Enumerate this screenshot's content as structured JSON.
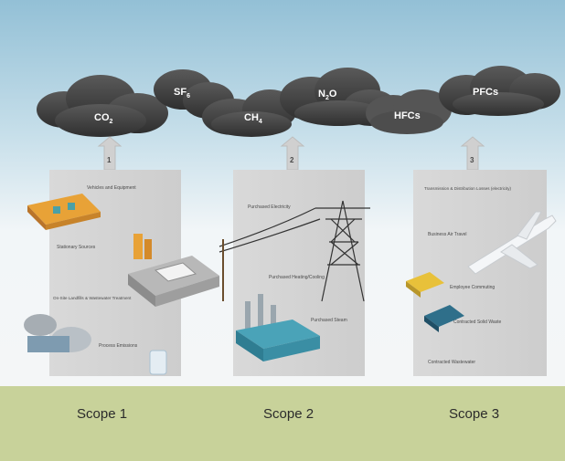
{
  "gases": [
    {
      "label": "CO",
      "sub": "2"
    },
    {
      "label": "SF",
      "sub": "6"
    },
    {
      "label": "CH",
      "sub": "4"
    },
    {
      "label": "N",
      "sub": "2",
      "suffix": "O"
    },
    {
      "label": "HFCs",
      "sub": ""
    },
    {
      "label": "PFCs",
      "sub": ""
    }
  ],
  "panels": [
    {
      "number": "1",
      "items": [
        "Vehicles and Equipment",
        "Stationary Sources",
        "On-Site Landfills & Wastewater Treatment",
        "Process Emissions"
      ]
    },
    {
      "number": "2",
      "items": [
        "Purchased Electricity",
        "Purchased Heating/Cooling",
        "Purchased Steam"
      ]
    },
    {
      "number": "3",
      "items": [
        "Transmission & Distribution Losses (electricity)",
        "Business Air Travel",
        "Employee Commuting",
        "Contracted Solid Waste",
        "Contracted Wastewater"
      ]
    }
  ],
  "scopes": [
    "Scope 1",
    "Scope 2",
    "Scope 3"
  ],
  "colors": {
    "sky_top": "#9ec7d9",
    "cloud": "#4a4a4a",
    "panel": "#d3d3d3",
    "footer": "#c8d29a"
  }
}
